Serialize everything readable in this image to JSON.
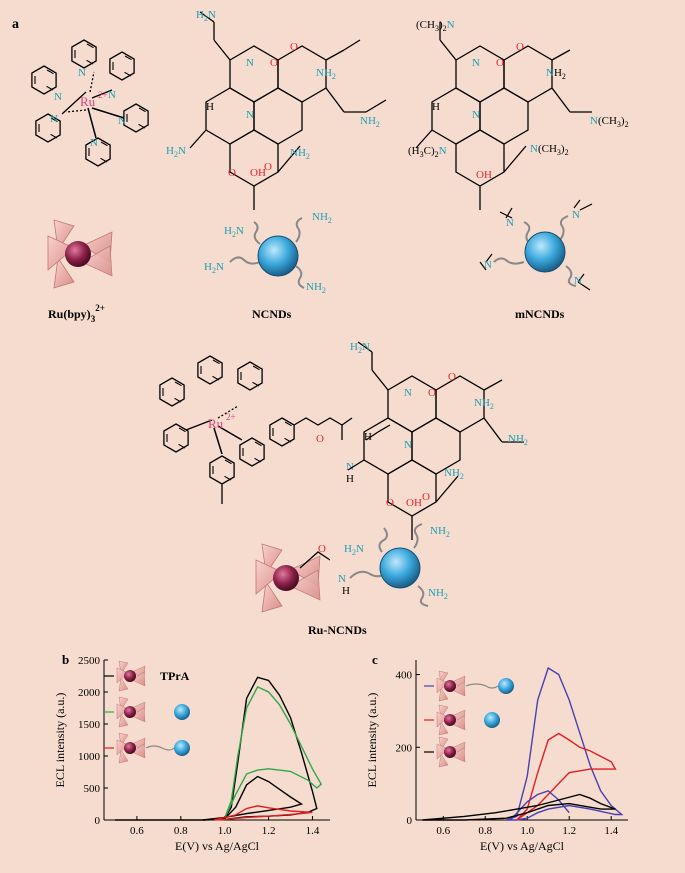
{
  "panel_labels": {
    "a": "a",
    "b": "b",
    "c": "c"
  },
  "atoms": {
    "ru": "Ru",
    "charge": "2+",
    "nh2": "NH",
    "h2n": "H",
    "n": "N",
    "nh": "N",
    "h": "H",
    "o": "O",
    "oh": "OH",
    "ch3": "(CH",
    "h3c": "(H",
    "n_ch3": "N(CH",
    "two": "2",
    "three": "3"
  },
  "labels": {
    "ru_bpy": "Ru(bpy)",
    "ru_bpy_sub": "3",
    "ru_bpy_sup": "2+",
    "ncnds": "NCNDs",
    "mncnds": "mNCNDs",
    "ru_ncnds": "Ru-NCNDs",
    "tpra": "TPrA"
  },
  "colors": {
    "nitrogen": "#1b9fb7",
    "oxygen": "#e5242b",
    "ruthenium": "#e0407e",
    "sphere": "#3aa8dc",
    "ru_ball": "#8a1f47",
    "cone": "#e7a3a0",
    "black_curve": "#000000",
    "green_curve": "#2ea84a",
    "red_curve": "#e02020",
    "blue_curve": "#4a3fb3"
  },
  "chart_data": [
    {
      "type": "line",
      "panel": "b",
      "xlabel": "E(V) vs Ag/AgCl",
      "ylabel": "ECL intensity (a.u.)",
      "xlim": [
        0.45,
        1.48
      ],
      "ylim": [
        0,
        2500
      ],
      "xticks": [
        "0.6",
        "0.8",
        "1.0",
        "1.2",
        "1.4"
      ],
      "yticks": [
        "0",
        "500",
        "1000",
        "1500",
        "2000",
        "2500"
      ],
      "series": [
        {
          "color": "black",
          "x": [
            0.5,
            0.9,
            1.0,
            1.03,
            1.06,
            1.1,
            1.15,
            1.2,
            1.25,
            1.3,
            1.35,
            1.4,
            1.42,
            1.38,
            1.3,
            1.2,
            1.1,
            1.05,
            1.0,
            0.9,
            0.5
          ],
          "y": [
            0,
            0,
            20,
            200,
            900,
            1900,
            2230,
            2180,
            1950,
            1600,
            1050,
            450,
            180,
            120,
            80,
            60,
            50,
            30,
            10,
            0,
            0
          ]
        },
        {
          "color": "green",
          "x": [
            1.0,
            1.03,
            1.06,
            1.1,
            1.15,
            1.2,
            1.25,
            1.3,
            1.35,
            1.4,
            1.44,
            1.42,
            1.38,
            1.3,
            1.2,
            1.15,
            1.1,
            1.05,
            1.0
          ],
          "y": [
            30,
            300,
            1000,
            1750,
            2080,
            2000,
            1800,
            1500,
            1150,
            800,
            560,
            500,
            620,
            760,
            800,
            780,
            720,
            400,
            30
          ]
        },
        {
          "color": "black",
          "x": [
            0.9,
            1.0,
            1.05,
            1.1,
            1.15,
            1.2,
            1.25,
            1.3,
            1.35,
            1.3,
            1.2,
            1.1,
            1.0,
            0.9
          ],
          "y": [
            0,
            20,
            200,
            550,
            680,
            600,
            480,
            360,
            250,
            200,
            150,
            100,
            40,
            0
          ]
        },
        {
          "color": "red",
          "x": [
            0.95,
            1.05,
            1.1,
            1.15,
            1.2,
            1.3,
            1.4,
            1.35,
            1.2,
            1.1,
            1.0,
            0.95
          ],
          "y": [
            0,
            80,
            180,
            220,
            190,
            140,
            120,
            100,
            60,
            40,
            10,
            0
          ]
        }
      ]
    },
    {
      "type": "line",
      "panel": "c",
      "xlabel": "E(V) vs Ag/AgCl",
      "ylabel": "ECL intensity (a.u.)",
      "xlim": [
        0.47,
        1.48
      ],
      "ylim": [
        0,
        440
      ],
      "xticks": [
        "0.6",
        "0.8",
        "1.0",
        "1.2",
        "1.4"
      ],
      "yticks": [
        "0",
        "200",
        "400"
      ],
      "series": [
        {
          "color": "blue",
          "x": [
            0.9,
            0.95,
            1.0,
            1.05,
            1.1,
            1.15,
            1.2,
            1.25,
            1.3,
            1.35,
            1.4,
            1.45,
            1.42,
            1.3,
            1.2,
            1.1,
            1.05,
            1.0,
            0.95,
            0.9
          ],
          "y": [
            0,
            10,
            120,
            330,
            418,
            400,
            330,
            240,
            150,
            80,
            40,
            15,
            15,
            30,
            40,
            30,
            20,
            5,
            0,
            0
          ]
        },
        {
          "color": "red",
          "x": [
            0.95,
            1.0,
            1.05,
            1.1,
            1.15,
            1.2,
            1.25,
            1.3,
            1.35,
            1.4,
            1.42,
            1.38,
            1.3,
            1.2,
            1.1,
            1.05,
            1.0,
            0.95
          ],
          "y": [
            0,
            30,
            130,
            220,
            238,
            220,
            200,
            190,
            175,
            160,
            140,
            140,
            140,
            130,
            70,
            40,
            20,
            0
          ]
        },
        {
          "color": "blue",
          "x": [
            0.92,
            1.0,
            1.05,
            1.1,
            1.15,
            1.2
          ],
          "y": [
            0,
            50,
            70,
            80,
            55,
            20
          ]
        },
        {
          "color": "black",
          "x": [
            0.5,
            0.7,
            0.85,
            0.95,
            1.05,
            1.15,
            1.25,
            1.3,
            1.35,
            1.42,
            1.35,
            1.2,
            1.1,
            1.0,
            0.9,
            0.7,
            0.5
          ],
          "y": [
            0,
            10,
            20,
            30,
            40,
            55,
            70,
            60,
            45,
            30,
            30,
            45,
            40,
            20,
            5,
            0,
            0
          ]
        }
      ]
    }
  ]
}
